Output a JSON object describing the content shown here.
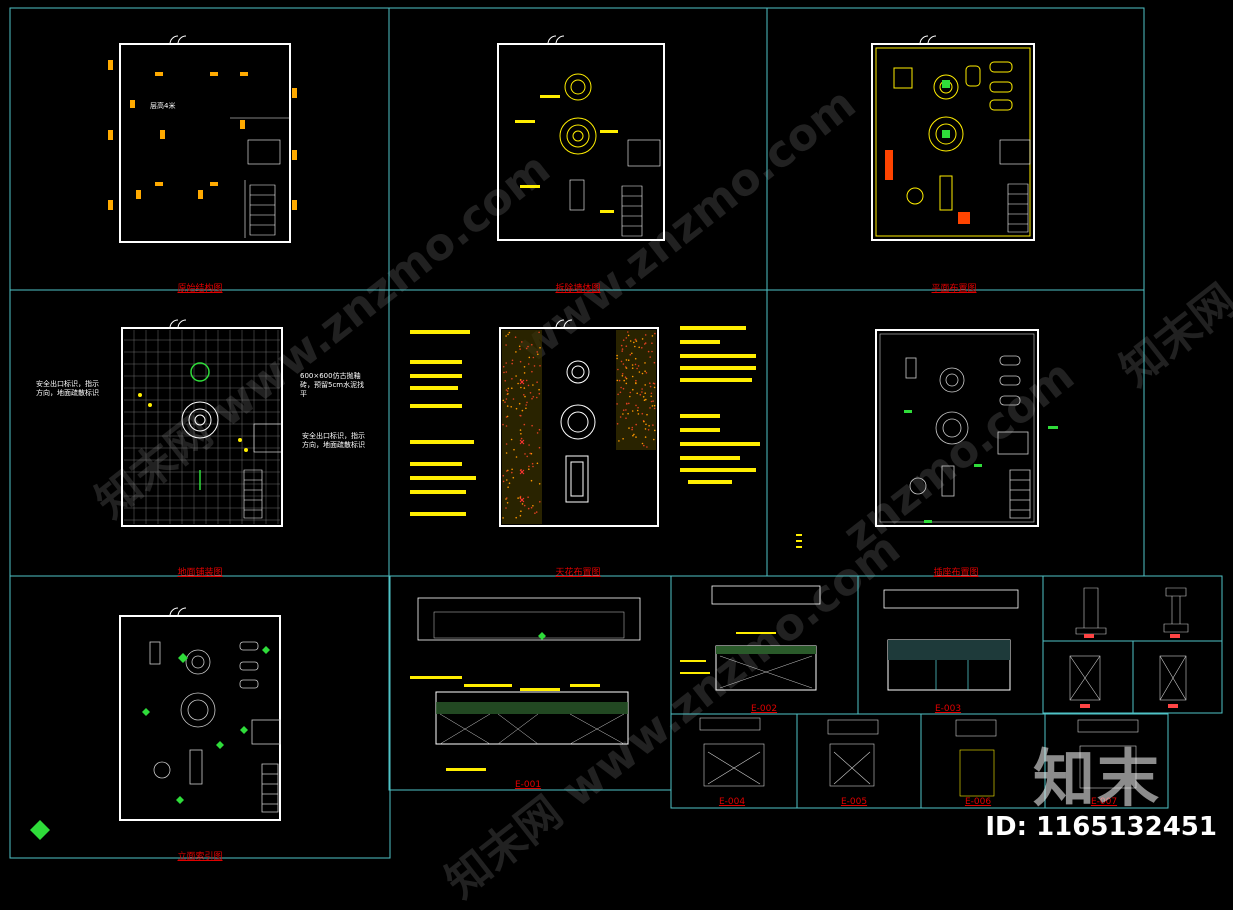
{
  "colors": {
    "frame": "#4fc3c7",
    "wall": "#ffffff",
    "accent": "#ffee00",
    "title": "#e00000",
    "green": "#2fdc3a",
    "orange": "#ff9900"
  },
  "panels": [
    {
      "id": "p1",
      "title": "原始结构图"
    },
    {
      "id": "p2",
      "title": "拆除墙体图"
    },
    {
      "id": "p3",
      "title": "平面布置图"
    },
    {
      "id": "p4",
      "title": "地面铺装图"
    },
    {
      "id": "p5",
      "title": "天花布置图"
    },
    {
      "id": "p6",
      "title": "插座布置图"
    },
    {
      "id": "p7",
      "title": "立面索引图"
    }
  ],
  "elevation_labels": [
    "E-001",
    "E-002",
    "E-003",
    "E-004",
    "E-005",
    "E-006",
    "E-007"
  ],
  "notes": {
    "room_label": "层高4米",
    "floor_note": "600×600仿古抛釉砖，预留5cm水泥找平",
    "stair_note_left": "安全出口标识，指示方向，地面疏散标识",
    "stair_note_right": "安全出口标识，指示方向，地面疏散标识"
  },
  "watermarks": [
    "知末网 www.znzmo.com",
    "www.znzmo.com",
    "知末网",
    "znzmo.com"
  ],
  "brand": {
    "logo": "知末",
    "id_label": "ID: 1165132451"
  }
}
